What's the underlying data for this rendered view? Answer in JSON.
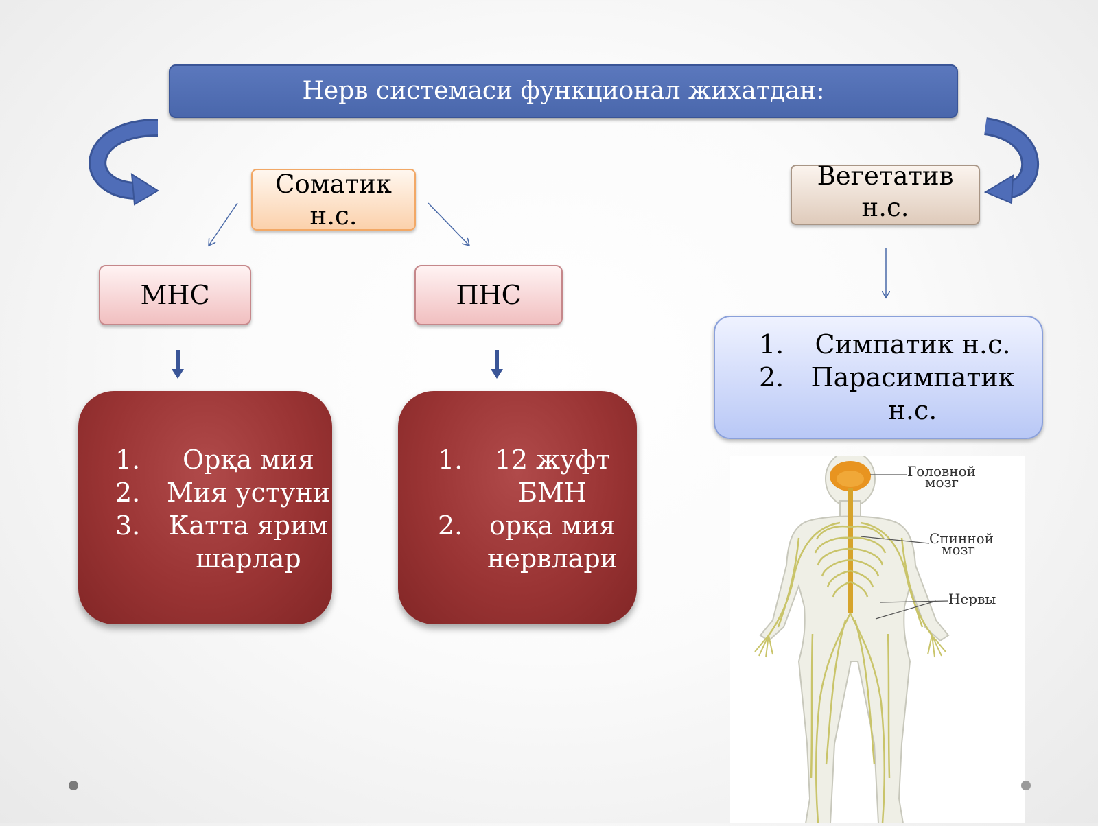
{
  "title": "Нерв системаси функционал жихатдан:",
  "somatic": {
    "line1": "Соматик",
    "line2": "н.с."
  },
  "vegetative": {
    "line1": "Вегетатив",
    "line2": "н.с."
  },
  "mhc": "МНС",
  "phc": "ПНС",
  "mhc_list": [
    {
      "num": "1.",
      "lines": [
        "Орқа мия"
      ]
    },
    {
      "num": "2.",
      "lines": [
        "Мия устуни"
      ]
    },
    {
      "num": "3.",
      "lines": [
        "Катта ярим",
        "шарлар"
      ]
    }
  ],
  "phc_list": [
    {
      "num": "1.",
      "lines": [
        "12 жуфт",
        "БМН"
      ]
    },
    {
      "num": "2.",
      "lines": [
        "орқа мия",
        "нервлари"
      ]
    }
  ],
  "vegetative_list": [
    {
      "num": "1.",
      "lines": [
        "Симпатик н.с."
      ]
    },
    {
      "num": "2.",
      "lines": [
        "Парасимпатик",
        "н.с."
      ]
    }
  ],
  "figure_labels": {
    "brain": [
      "Головной",
      "мозг"
    ],
    "spinal": [
      "Спинной",
      "мозг"
    ],
    "nerves": "Нервы"
  },
  "colors": {
    "title_bar": "#4f6db3",
    "somatic_box": "#fbd1ac",
    "vegetative_box": "#dfcbbb",
    "pink_box": "#f1bfc0",
    "red_box": "#9a3434",
    "blue_box": "#b9c8f6",
    "curved_arrow": "#4a67ac",
    "nerve": "#c9c46a",
    "brain": "#e89420"
  }
}
